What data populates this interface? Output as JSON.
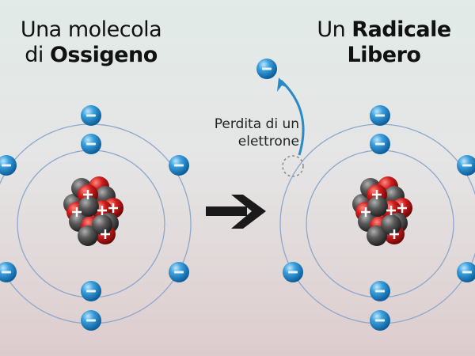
{
  "left_title": {
    "line1": "Una molecola",
    "line2_pre": "di ",
    "line2_bold": "Ossigeno"
  },
  "right_title": {
    "line1_pre": "Un ",
    "line1_bold": "Radicale",
    "line2_bold": "Libero"
  },
  "loss_label": {
    "line1": "Perdita di un",
    "line2": "elettrone"
  },
  "colors": {
    "electron": "#1e86c8",
    "proton": "#c8141a",
    "neutron": "#505050",
    "orbit": "#8ea8cc",
    "arrow": "#1a1a1a",
    "loss_arrow": "#2a8ac8"
  },
  "left_atom": {
    "electrons": 8,
    "nucleus": "oxygen"
  },
  "right_atom": {
    "electrons": 7,
    "missing": 1
  },
  "electron_symbol": "−",
  "proton_symbol": "+"
}
